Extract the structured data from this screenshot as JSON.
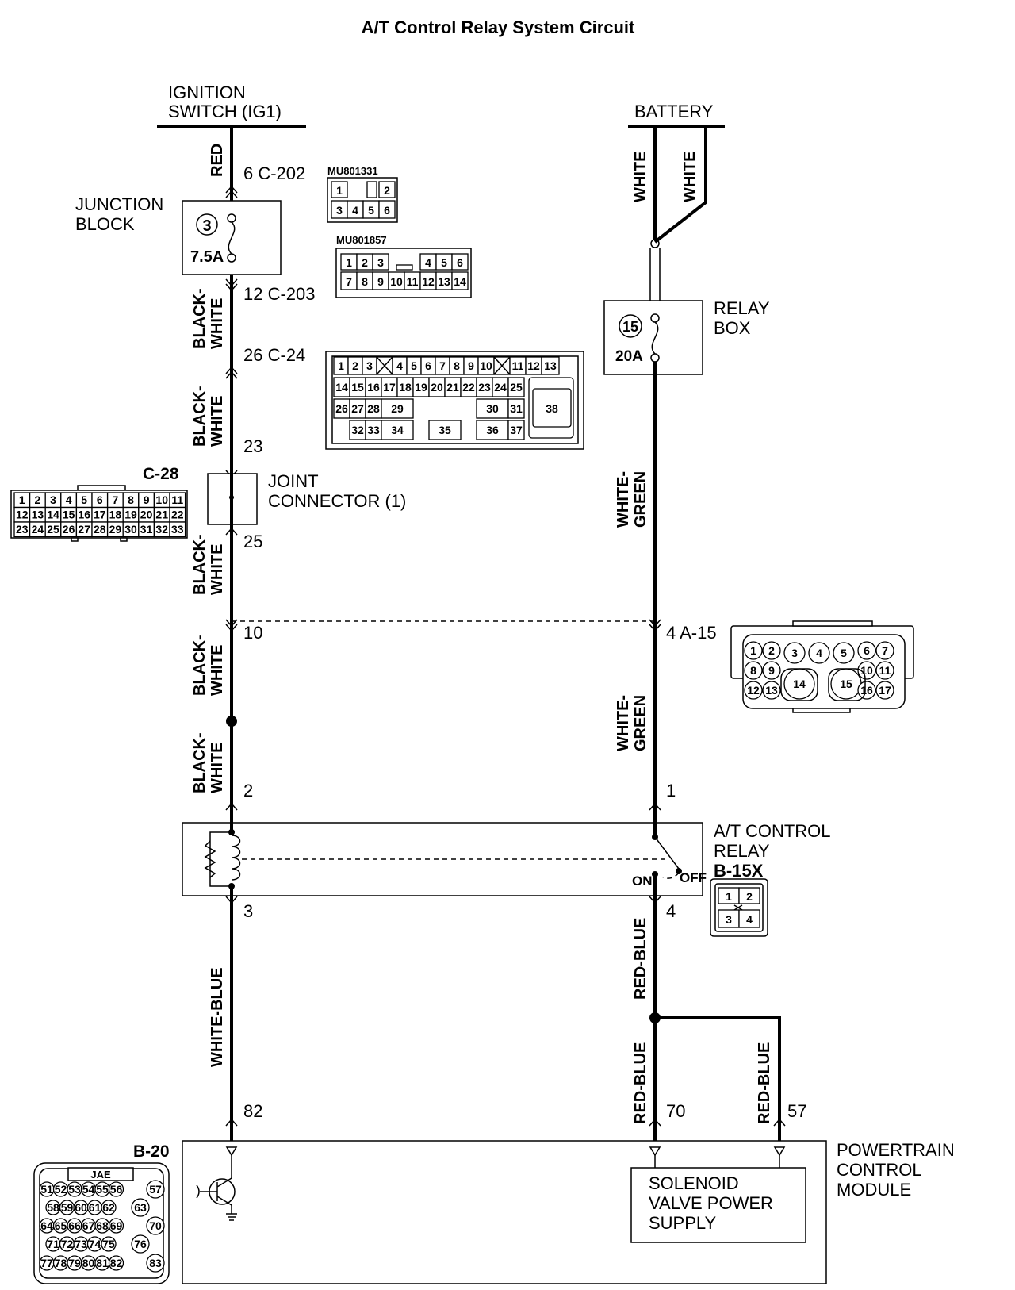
{
  "title": "A/T Control Relay System Circuit",
  "sources": {
    "ignition_line1": "IGNITION",
    "ignition_line2": "SWITCH (IG1)",
    "battery": "BATTERY"
  },
  "components": {
    "junction_block_line1": "JUNCTION",
    "junction_block_line2": "BLOCK",
    "jb_fuse_no": "3",
    "jb_fuse_amp": "7.5A",
    "relay_box_line1": "RELAY",
    "relay_box_line2": "BOX",
    "rb_fuse_no": "15",
    "rb_fuse_amp": "20A",
    "joint_connector_line1": "JOINT",
    "joint_connector_line2": "CONNECTOR (1)",
    "relay_line1": "A/T CONTROL",
    "relay_line2": "RELAY",
    "relay_id": "B-15X",
    "relay_on": "ON",
    "relay_off": "OFF",
    "pcm_line1": "POWERTRAIN",
    "pcm_line2": "CONTROL",
    "pcm_line3": "MODULE",
    "solenoid_line1": "SOLENOID",
    "solenoid_line2": "VALVE POWER",
    "solenoid_line3": "SUPPLY"
  },
  "connectors": {
    "c202": "6  C-202",
    "c203": "12  C-203",
    "c24": "26  C-24",
    "jc_in": "23",
    "jc_out": "25",
    "p10": "10",
    "a15": "4  A-15",
    "relay_p2": "2",
    "relay_p1": "1",
    "relay_p3": "3",
    "relay_p4": "4",
    "pcm_p82": "82",
    "pcm_p70": "70",
    "pcm_p57": "57",
    "c28_id": "C-28",
    "b20_id": "B-20",
    "mu801331": "MU801331",
    "mu801857": "MU801857",
    "jae": "JAE"
  },
  "wires": {
    "red": "RED",
    "black_white_1": "BLACK-",
    "black_white_2": "WHITE",
    "white": "WHITE",
    "white_green_1": "WHITE-",
    "white_green_2": "GREEN",
    "white_blue": "WHITE-BLUE",
    "red_blue": "RED-BLUE"
  },
  "pins": {
    "mu801331": [
      "1",
      "2",
      "3",
      "4",
      "5",
      "6"
    ],
    "mu801857_top": [
      "1",
      "2",
      "3",
      "4",
      "5",
      "6"
    ],
    "mu801857_bot": [
      "7",
      "8",
      "9",
      "10",
      "11",
      "12",
      "13",
      "14"
    ],
    "c24_r1": [
      "1",
      "2",
      "3",
      "4",
      "5",
      "6",
      "7",
      "8",
      "9",
      "10",
      "11",
      "12",
      "13"
    ],
    "c24_r2": [
      "14",
      "15",
      "16",
      "17",
      "18",
      "19",
      "20",
      "21",
      "22",
      "23",
      "24",
      "25"
    ],
    "c24_r3": [
      "26",
      "27",
      "28",
      "29",
      "30",
      "31",
      "38"
    ],
    "c24_r4": [
      "32",
      "33",
      "34",
      "35",
      "36",
      "37"
    ],
    "c28_r1": [
      "1",
      "2",
      "3",
      "4",
      "5",
      "6",
      "7",
      "8",
      "9",
      "10",
      "11"
    ],
    "c28_r2": [
      "12",
      "13",
      "14",
      "15",
      "16",
      "17",
      "18",
      "19",
      "20",
      "21",
      "22"
    ],
    "c28_r3": [
      "23",
      "24",
      "25",
      "26",
      "27",
      "28",
      "29",
      "30",
      "31",
      "32",
      "33"
    ],
    "a15": [
      "1",
      "2",
      "3",
      "4",
      "5",
      "6",
      "7",
      "8",
      "9",
      "14",
      "15",
      "10",
      "11",
      "12",
      "13",
      "16",
      "17"
    ],
    "b15x": [
      "1",
      "2",
      "3",
      "4"
    ],
    "b20_r1": [
      "51",
      "52",
      "53",
      "54",
      "55",
      "56",
      "57"
    ],
    "b20_r2": [
      "58",
      "59",
      "60",
      "61",
      "62",
      "63"
    ],
    "b20_r3": [
      "64",
      "65",
      "66",
      "67",
      "68",
      "69",
      "70"
    ],
    "b20_r4": [
      "71",
      "72",
      "73",
      "74",
      "75",
      "76"
    ],
    "b20_r5": [
      "77",
      "78",
      "79",
      "80",
      "81",
      "82",
      "83"
    ]
  }
}
